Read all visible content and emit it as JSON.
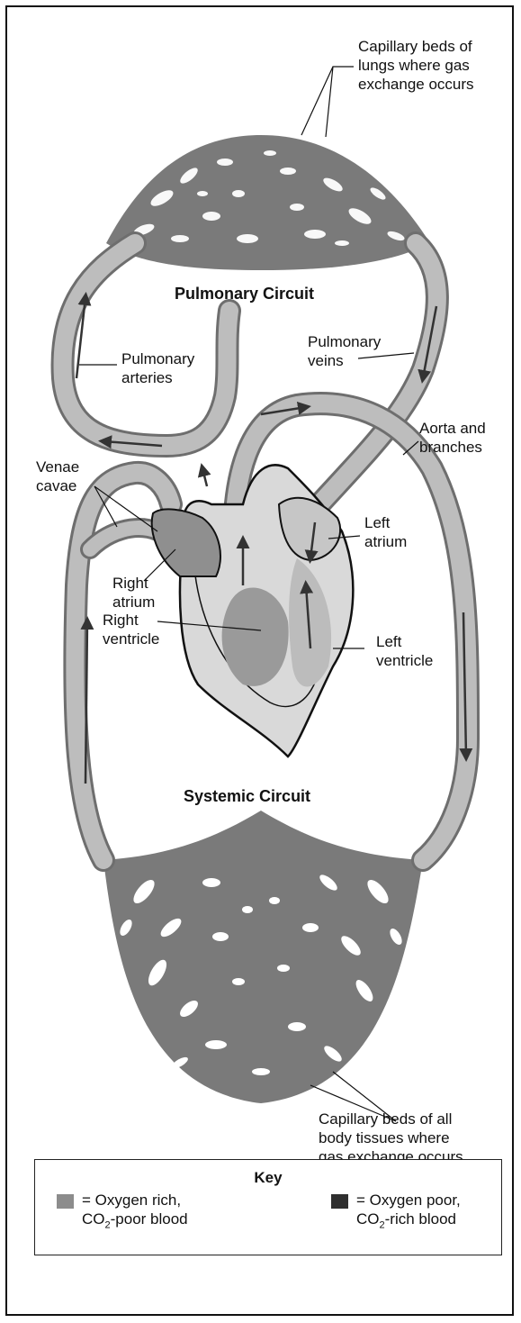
{
  "labels": {
    "capillary_lungs": [
      "Capillary beds of",
      "lungs where gas",
      "exchange occurs"
    ],
    "pulmonary_circuit": "Pulmonary Circuit",
    "pulmonary_arteries": [
      "Pulmonary",
      "arteries"
    ],
    "pulmonary_veins": [
      "Pulmonary",
      "veins"
    ],
    "aorta": [
      "Aorta and",
      "branches"
    ],
    "venae_cavae": [
      "Venae",
      "cavae"
    ],
    "left_atrium": [
      "Left",
      "atrium"
    ],
    "right_atrium": [
      "Right",
      "atrium"
    ],
    "right_ventricle": [
      "Right",
      "ventricle"
    ],
    "left_ventricle": [
      "Left",
      "ventricle"
    ],
    "systemic_circuit": "Systemic Circuit",
    "capillary_body": [
      "Capillary beds of all",
      "body tissues where",
      "gas exchange occurs"
    ]
  },
  "key": {
    "title": "Key",
    "oxygen_rich": {
      "line1": "= Oxygen rich,",
      "line2_pre": "CO",
      "line2_sub": "2",
      "line2_post": "-poor blood",
      "color": "#8c8c8c"
    },
    "oxygen_poor": {
      "line1": "= Oxygen poor,",
      "line2_pre": "CO",
      "line2_sub": "2",
      "line2_post": "-rich blood",
      "color": "#2f2f2f"
    }
  },
  "colors": {
    "vessel": "#a6a6a6",
    "vessel_outline": "#6e6e6e",
    "capillary_bed": "#7a7a7a",
    "arrow": "#333333",
    "heart_outline": "#111111"
  }
}
